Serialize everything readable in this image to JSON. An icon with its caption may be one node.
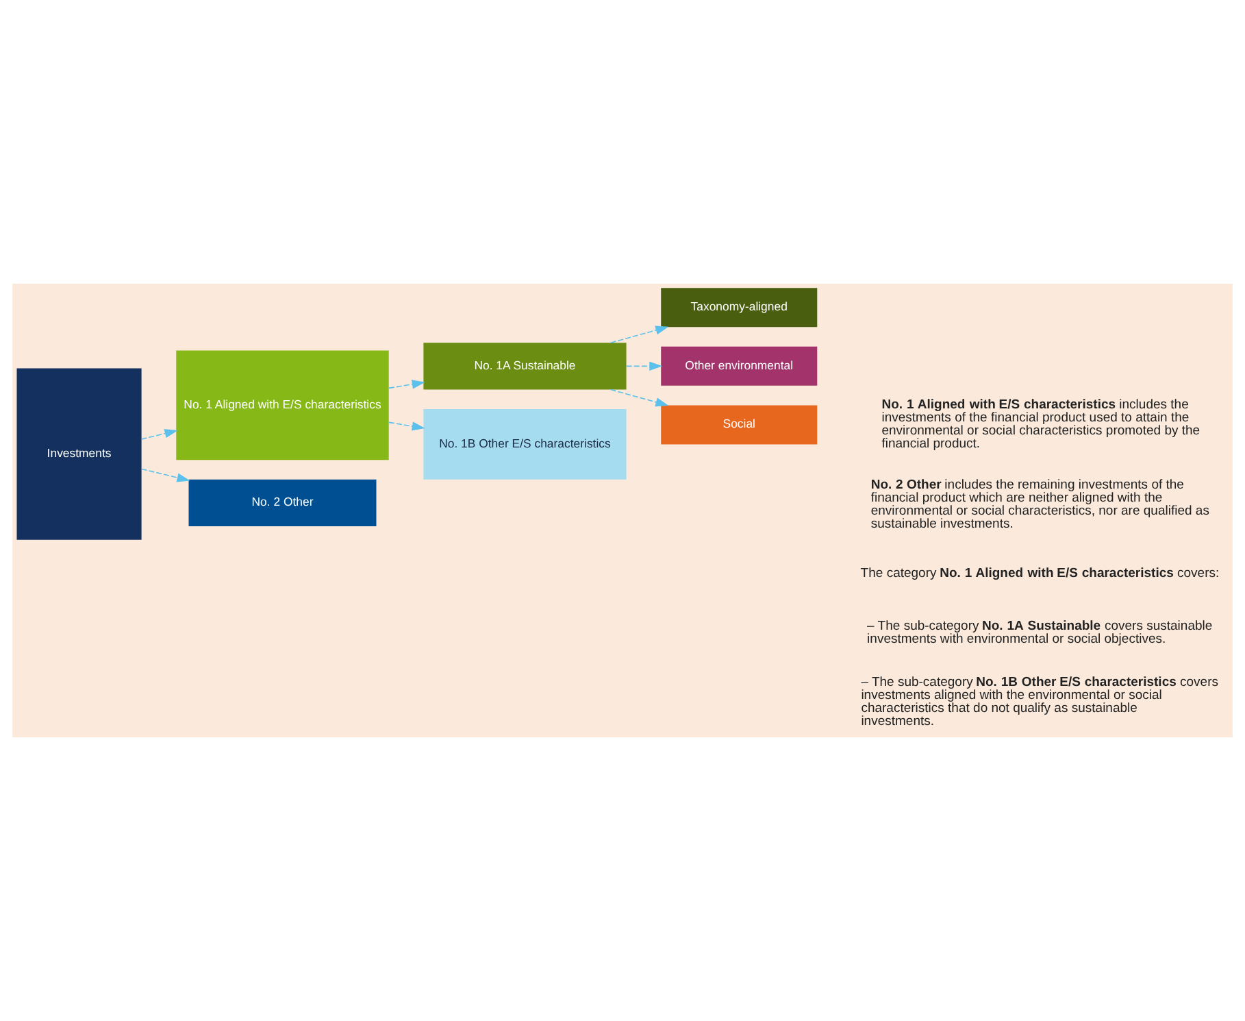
{
  "diagram": {
    "nodes": [
      {
        "text": [
          "Investments"
        ]
      },
      {
        "text": [
          "No. 1 Aligned with E/S characteristics"
        ]
      },
      {
        "text": [
          "No. 2 Other"
        ]
      },
      {
        "text": [
          "No. 1A Sustainable"
        ]
      },
      {
        "text": [
          "No. 1B Other E/S characteristics"
        ]
      },
      {
        "text": [
          "Taxonomy-aligned"
        ]
      },
      {
        "text": [
          "Other environmental"
        ]
      },
      {
        "text": [
          "Social"
        ]
      }
    ],
    "edges": [
      {
        "from": 0,
        "to": 1,
        "arrow": "to",
        "style": "dashed"
      },
      {
        "from": 0,
        "to": 2,
        "arrow": "to",
        "style": "dashed"
      },
      {
        "from": 1,
        "to": 3,
        "arrow": "to",
        "style": "dashed"
      },
      {
        "from": 1,
        "to": 4,
        "arrow": "to",
        "style": "dashed"
      },
      {
        "from": 3,
        "to": 5,
        "arrow": "to",
        "style": "dashed"
      },
      {
        "from": 3,
        "to": 6,
        "arrow": "to",
        "style": "dashed"
      },
      {
        "from": 3,
        "to": 7,
        "arrow": "to",
        "style": "dashed"
      }
    ],
    "labels": [
      "**No. 1 Aligned with E/S characteristics** includes the investments of the financial product used to attain the environmental or social characteristics promoted by the financial product.",
      "**No. 2 Other** includes the remaining investments of the financial product which are neither aligned with the environmental or social characteristics, nor are qualified as sustainable investments.",
      "The category **No. 1 Aligned with E/S characteristics** covers:",
      "– The sub-category **No. 1A Sustainable** covers sustainable investments with environmental or social objectives.",
      "– The sub-category **No. 1B Other E/S characteristics** covers investments aligned with the environmental or social characteristics that do not qualify as sustainable investments."
    ]
  }
}
